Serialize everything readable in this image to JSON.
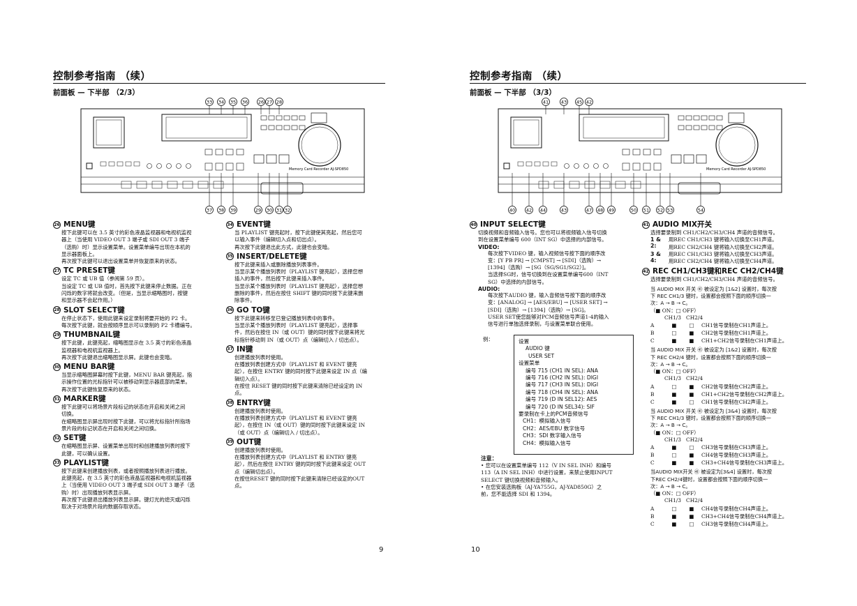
{
  "left": {
    "title": "控制参考指南 （续）",
    "subtitle": "前面板 — 下半部 （2/3）",
    "page_number": "9",
    "callouts_top": [
      "33",
      "34",
      "35",
      "36",
      "26",
      "27",
      "28"
    ],
    "callouts_bottom": [
      "37",
      "38",
      "39",
      "29",
      "30",
      "31",
      "32"
    ],
    "col1": [
      {
        "num": "26",
        "title": "MENU键",
        "body": "按下此键可以在 3.5 英寸的彩色液晶监视器和电视机监视\n器上（当使用 VIDEO OUT 3 端子或 SDI OUT 3 端子\n（选购）时）显示设置菜单。设置菜单编号出现在本机的\n显示器面板上。\n再次按下此键可以退出设置菜单并恢复原来的状态。"
      },
      {
        "num": "27",
        "title": "TC PRESET键",
        "body": "设定 TC 或 UB 值（参阅第 59 页）。\n当设定 TC 或 UB 值时，首先按下此键来停止数据。正在\n闪烁的数字将就会改变。（但是，当显示缩略图时，按键\n和显示器不会起作用。）"
      },
      {
        "num": "28",
        "title": "SLOT SELECT键",
        "body": "在停止状态下，使用此键来设定录制将要开始的 P2 卡。\n每次按下此键，就会按顺序显示可以录制的 P2 卡槽编号。"
      },
      {
        "num": "29",
        "title": "THUMBNAIL键",
        "body": "按下此键，此键亮起，缩略图显示在 3.5 英寸的彩色液晶\n监视器和电视机监视器上。\n再次按下此键退出缩略图显示屏。此键也会变暗。"
      },
      {
        "num": "30",
        "title": "MENU BAR键",
        "body": "当显示缩略图屏幕时按下此键，MENU BAR 键亮起，指\n示操作位置的光标指针可以被移动到显示器底部的菜单。\n再次按下此键恢复原来的状态。"
      },
      {
        "num": "31",
        "title": "MARKER键",
        "body": "按下此键可以将场景片段标记的状态在开启和关闭之间\n切换。\n在缩略图显示屏出现时按下此键，可以将光标指针所指场\n景片段的标记状态在开启和关闭之间切换。"
      },
      {
        "num": "32",
        "title": "SET键",
        "body": "在缩略图显示屏、设置菜单出现时和创建播放列表时按下\n此键，可以确认设置。"
      },
      {
        "num": "33",
        "title": "PLAYLIST键",
        "body": "按下此键来创建播放列表，或者按照播放列表进行播放。\n此键亮起，在 3.5 英寸的彩色液晶监视器和电视机监视器\n上（当使用 VIDEO OUT 3 端子或 SDI OUT 3 端子（选\n购）时）出现播放列表显示屏。\n再次按下此键退出播放列表显示屏。键灯光的熄灭或闪烁\n取决于对场景片段的数据存取状态。"
      }
    ],
    "col2": [
      {
        "num": "34",
        "title": "EVENT键",
        "body": "当 PLAYLIST 键亮起时，按下此键使其亮起，然后您可\n以输入事件（编辑切入点和切出点）。\n再次按下此键退出此方式，此键也会变暗。"
      },
      {
        "num": "35",
        "title": "INSERT/DELETE键",
        "body": "按下此键来插入或删除播放列表事件。\n当显示某个播放列表时（PLAYLIST 键亮起），选择您想\n插入的事件，然后按下此键来插入事件。\n当显示某个播放列表时（PLAYLIST 键亮起），选择您想\n删除的事件，然后在按住 SHIFT 键的同时按下此键来删\n除事件。"
      },
      {
        "num": "36",
        "title": "GO TO键",
        "body": "按下此键来转移至已登记播放列表中的事件。\n当显示某个播放列表时（PLAYLIST 键亮起），选择事\n件，然后在按住 IN（或 OUT）键的同时按下此键来将光\n标指针移动到 IN（或 OUT）点（编辑切入 / 切出点）。"
      },
      {
        "num": "37",
        "title": "IN键",
        "body": "创建播放列表时使用。\n在播放列表创建方式中（PLAYLIST 和 EVENT 键亮\n起），在按住 ENTRY 键的同时按下此键来设定 IN 点（编\n辑切入点）。\n在按住 RESET 键的同时按下此键来清除已经设定的 IN\n点。"
      },
      {
        "num": "38",
        "title": "ENTRY键",
        "body": "创建播放列表时使用。\n在播放列表创建方式中（PLAYLIST 和 EVENT 键亮\n起），在按住 IN（或 OUT）键的同时按下此键来设定 IN\n（或 OUT）点（编辑切入 / 切出点）。"
      },
      {
        "num": "39",
        "title": "OUT键",
        "body": "创建播放列表时使用。\n在播放列表创建方式中（PLAYLIST 和 ENTRY 键亮\n起），然后在按住 ENTRY 键的同时按下此键来设定 OUT\n点（编辑切出点）。\n在按住RESET 键的同时按下此键来清除已经设定的OUT\n点。"
      }
    ]
  },
  "right": {
    "title": "控制参考指南 （续）",
    "subtitle": "前面板 — 下半部 （3/3）",
    "page_number": "10",
    "callouts_top": [
      "41",
      "43",
      "45",
      "42"
    ],
    "callouts_bottom": [
      "40",
      "42",
      "44",
      "43",
      "47",
      "48",
      "49",
      "50",
      "51",
      "52",
      "53",
      "54"
    ],
    "input_select": {
      "num": "40",
      "title": "INPUT SELECT键",
      "intro": "切换视频和音频输入信号。您也可以将视频输入信号切换\n到在设置菜单编号 600（INT SG）中选择的内部信号。",
      "video_label": "VIDEO:",
      "video_body": "每次按下VIDEO 键，输入视频信号按下面的顺序改\n变：[Y PB PR] → [CMPST] → [SDI]（选购）→\n[1394]（选购）→ [SG（SG/SG1/SG2）]。\n当选择SG时，信号切换到在设置菜单编号600（INT\nSG）中选择的内部信号。",
      "audio_label": "AUDIO:",
      "audio_body": "每次按下AUDIO 键，输入音频信号按下面的顺序改\n变：[ANALOG] → [AES/EBU] → [USER SET] →\n[SDI]（选购）→ [1394]（选购）→ [SG]。\nUSER SET使您能够对PCM音频信号声道1-4的输入\n信号进行单独选择录制，与设置菜单联合使用。"
    },
    "example_label": "例：",
    "example_lines": [
      "设置",
      "AUDIO 键",
      "USER SET",
      "设置菜单",
      "编号 715 (CH1 IN SEL): ANA",
      "编号 716 (CH2 IN SEL): DIGI",
      "编号 717 (CH3 IN SEL): DIGI",
      "编号 718 (CH4 IN SEL): ANA",
      "编号 719 (D IN SEL12): AES",
      "编号 720 (D IN SEL34): SIF",
      "要录制在卡上的PCM音频信号",
      "CH1：模拟输入信号",
      "CH2：AES/EBU 数字信号",
      "CH3：SDI 数字输入信号",
      "CH4：模拟输入信号"
    ],
    "note_label": "注意：",
    "notes": [
      "• 您可以在设置菜单编号 112（V IN SEL INH）和编号\n113（A IN SEL INH）中进行设置，来禁止使用INPUT\nSELECT 键切换视频和音频输入。",
      "• 在您安装选购板（AJ-YA755G，AJ-YAD850G）之\n前，您不能选择 SDI 和 1394。"
    ],
    "audio_mix": {
      "num": "41",
      "title": "AUDIO MIX开关",
      "intro": "选择要录制到 CH1/CH2/CH3/CH4 声道的音频信号。",
      "l1a": "1 & 2:",
      "l1b": "用REC CH1/CH3 键将输入切换至CH1声道。\n用REC CH2/CH4 键将输入切换至CH2声道。",
      "l2a": "3 & 4:",
      "l2b": "用REC CH1/CH3 键将输入切换至CH3声道。\n用REC CH2/CH4 键将输入切换至CH4声道。"
    },
    "rec": {
      "num": "42",
      "title": "REC CH1/CH3键和REC CH2/CH4键",
      "intro": "选择要录制到 CH1/CH2/CH3/CH4 声道的音频信号。",
      "blocks": [
        {
          "lead": "当 AUDIO MIX 开关 ㊶ 被设定为 [1&2] 设置时，每次按\n下 REC CH1/3 键时，设置都会按照下面的顺序切换一\n次：A → B → C。",
          "legend": "（■ ON：□ OFF）",
          "head": "CH1/3   CH2/4",
          "rows": [
            [
              "A",
              "■",
              "□",
              "CH1信号录制在CH1声道上。"
            ],
            [
              "B",
              "□",
              "■",
              "CH2信号录制在CH1声道上。"
            ],
            [
              "C",
              "■",
              "■",
              "CH1+CH2信号录制在CH1声道上。"
            ]
          ]
        },
        {
          "lead": "当 AUDIO MIX 开关 ㊶ 被设定为 [1&2] 设置时，每次按\n下 REC CH2/4 键时，设置都会按照下面的顺序切换一\n次：A → B → C。",
          "legend": "（■ ON：□ OFF）",
          "head": "CH1/3   CH2/4",
          "rows": [
            [
              "A",
              "□",
              "■",
              "CH2信号录制在CH2声道上。"
            ],
            [
              "B",
              "■",
              "■",
              "CH1+CH2信号录制在CH2声道上。"
            ],
            [
              "C",
              "■",
              "□",
              "CH1信号录制在CH2声道上。"
            ]
          ]
        },
        {
          "lead": "当 AUDIO MIX 开关 ㊶ 被设定为 [3&4] 设置时，每次按\n下 REC CH1/3 键时，设置都会按照下面的顺序切换一\n次：A → B → C。",
          "legend": "（■ ON：□ OFF）",
          "head": "CH1/3   CH2/4",
          "rows": [
            [
              "A",
              "■",
              "□",
              "CH3信号录制在CH3声道上。"
            ],
            [
              "B",
              "□",
              "■",
              "CH4信号录制在CH3声道上。"
            ],
            [
              "C",
              "■",
              "■",
              "CH3+CH4信号录制在CH3声道上。"
            ]
          ]
        },
        {
          "lead": "当AUDIO MIX开关 ㊶ 被设定为[3&4] 设置时，每次按\n下REC CH2/4键时，设置都会按照下面的顺序切换一\n次：A → B → C。",
          "legend": "（■ ON：□ OFF）",
          "head": "CH1/3   CH2/4",
          "rows": [
            [
              "A",
              "□",
              "■",
              "CH4信号录制在CH4声道上。"
            ],
            [
              "B",
              "■",
              "■",
              "CH3+CH4信号录制在CH4声道上。"
            ],
            [
              "C",
              "■",
              "□",
              "CH3信号录制在CH4声道上。"
            ]
          ]
        }
      ]
    }
  },
  "panel_labels": {
    "brand": "Memory Card Recorder AJ-SPD850"
  }
}
